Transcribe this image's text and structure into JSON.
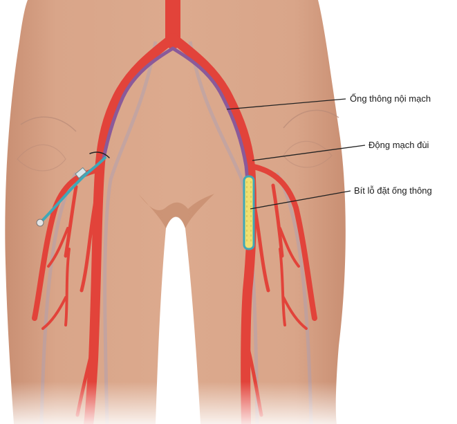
{
  "labels": {
    "catheter": "Ống thông nội mạch",
    "femoral_artery": "Động mạch đùi",
    "closure_device": "Bít lỗ đặt ống thông"
  },
  "colors": {
    "skin": "#d9a589",
    "skin_shade": "#c98f73",
    "artery": "#e2433a",
    "artery_dark": "#b92a25",
    "catheter": "#8a5a9a",
    "sheath": "#3fa8b8",
    "closure": "#f0e070",
    "leader": "#222222"
  }
}
